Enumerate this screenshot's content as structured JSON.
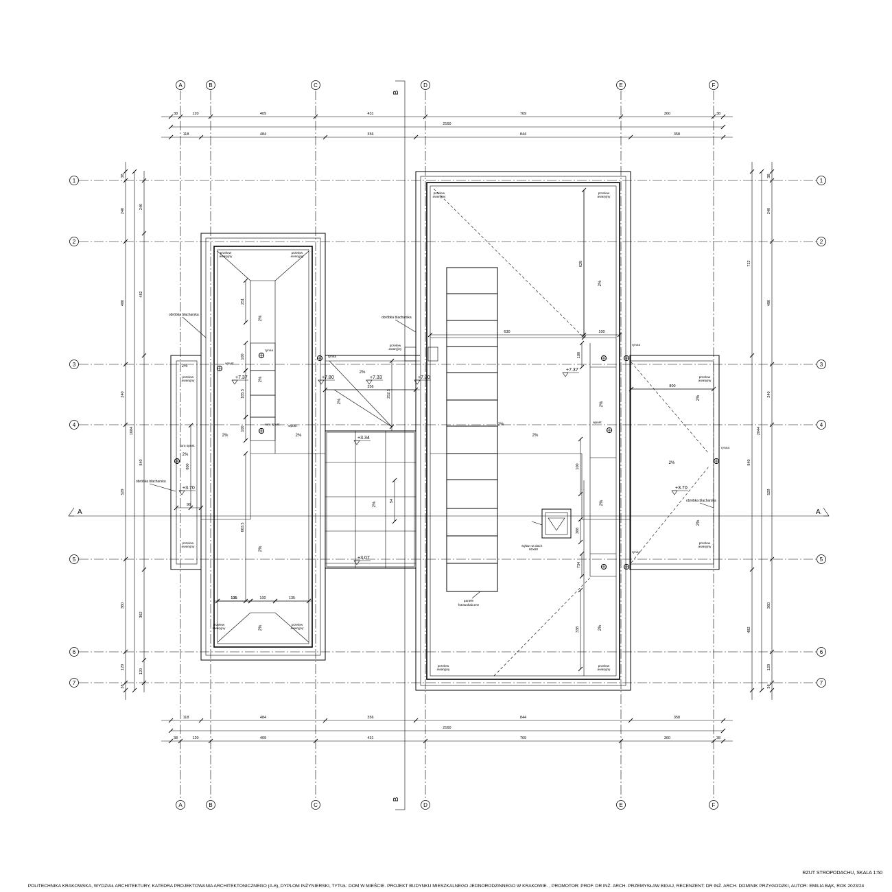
{
  "grid": {
    "columns": [
      "A",
      "B",
      "C",
      "D",
      "E",
      "F"
    ],
    "rows": [
      "1",
      "2",
      "3",
      "4",
      "5",
      "6",
      "7"
    ]
  },
  "section_marks": {
    "horizontal": "A",
    "vertical": "B"
  },
  "dimensions": {
    "top_row1": [
      "38",
      "120",
      "409",
      "431",
      "769",
      "360",
      "38"
    ],
    "top_total": "2160",
    "top_row3": [
      "118",
      "484",
      "356",
      "844",
      "358"
    ],
    "left_col1": [
      "38",
      "240",
      "480",
      "240",
      "529",
      "360",
      "120",
      "38"
    ],
    "left_total": "1684",
    "left_col2": [
      "240",
      "482",
      "840",
      "362",
      "120"
    ],
    "right_col1": [
      "38",
      "240",
      "480",
      "240",
      "529",
      "360",
      "120",
      "38"
    ],
    "right_total": "2044",
    "right_col2": [
      "722",
      "840",
      "482"
    ],
    "inner": [
      "135",
      "251",
      "100",
      "185.5",
      "100",
      "663.5",
      "135",
      "100",
      "135",
      "96",
      "800",
      "356",
      "252.5",
      "54",
      "628",
      "630",
      "100",
      "100",
      "734",
      "100",
      "388",
      "338",
      "800"
    ]
  },
  "labels": {
    "obrobka_blacharska": "obróbka blacharska",
    "przelew": "przelew",
    "awaryjny": "awaryjny",
    "wpust": "wpust",
    "rura_spust": "rura spust.",
    "rynna": "rynna",
    "wylaz": "wyłaz na dach",
    "wylaz_dim": "60x60",
    "panele": "panele",
    "fotowoltaiczne": "fotowoltaiczne",
    "slope": "2%"
  },
  "levels": [
    "+7.37",
    "+7.80",
    "+7.33",
    "+7.80",
    "+3.34",
    "+3.07",
    "+3.70",
    "+7.37",
    "+3.70"
  ],
  "title_block": {
    "sheet_title": "RZUT STROPODACHU, SKALA 1:50",
    "caption": "POLITECHNIKA KRAKOWSKA, WYDZIAŁ ARCHITEKTURY, KATEDRA PROJEKTOWANIA ARCHITEKTONICZNEGO (A-6), DYPLOM INŻYNIERSKI, TYTUŁ: DOM W MIEŚCIE. PROJEKT BUDYNKU MIESZKALNEGO JEDNORODZINNEGO W KRAKOWIE. , PROMOTOR: PROF. DR INŻ. ARCH. PRZEMYSŁAW BIGAJ, RECENZENT: DR INŻ. ARCH. DOMINIK PRZYGODZKI, AUTOR: EMILIA BĄK, ROK 2023/24"
  }
}
